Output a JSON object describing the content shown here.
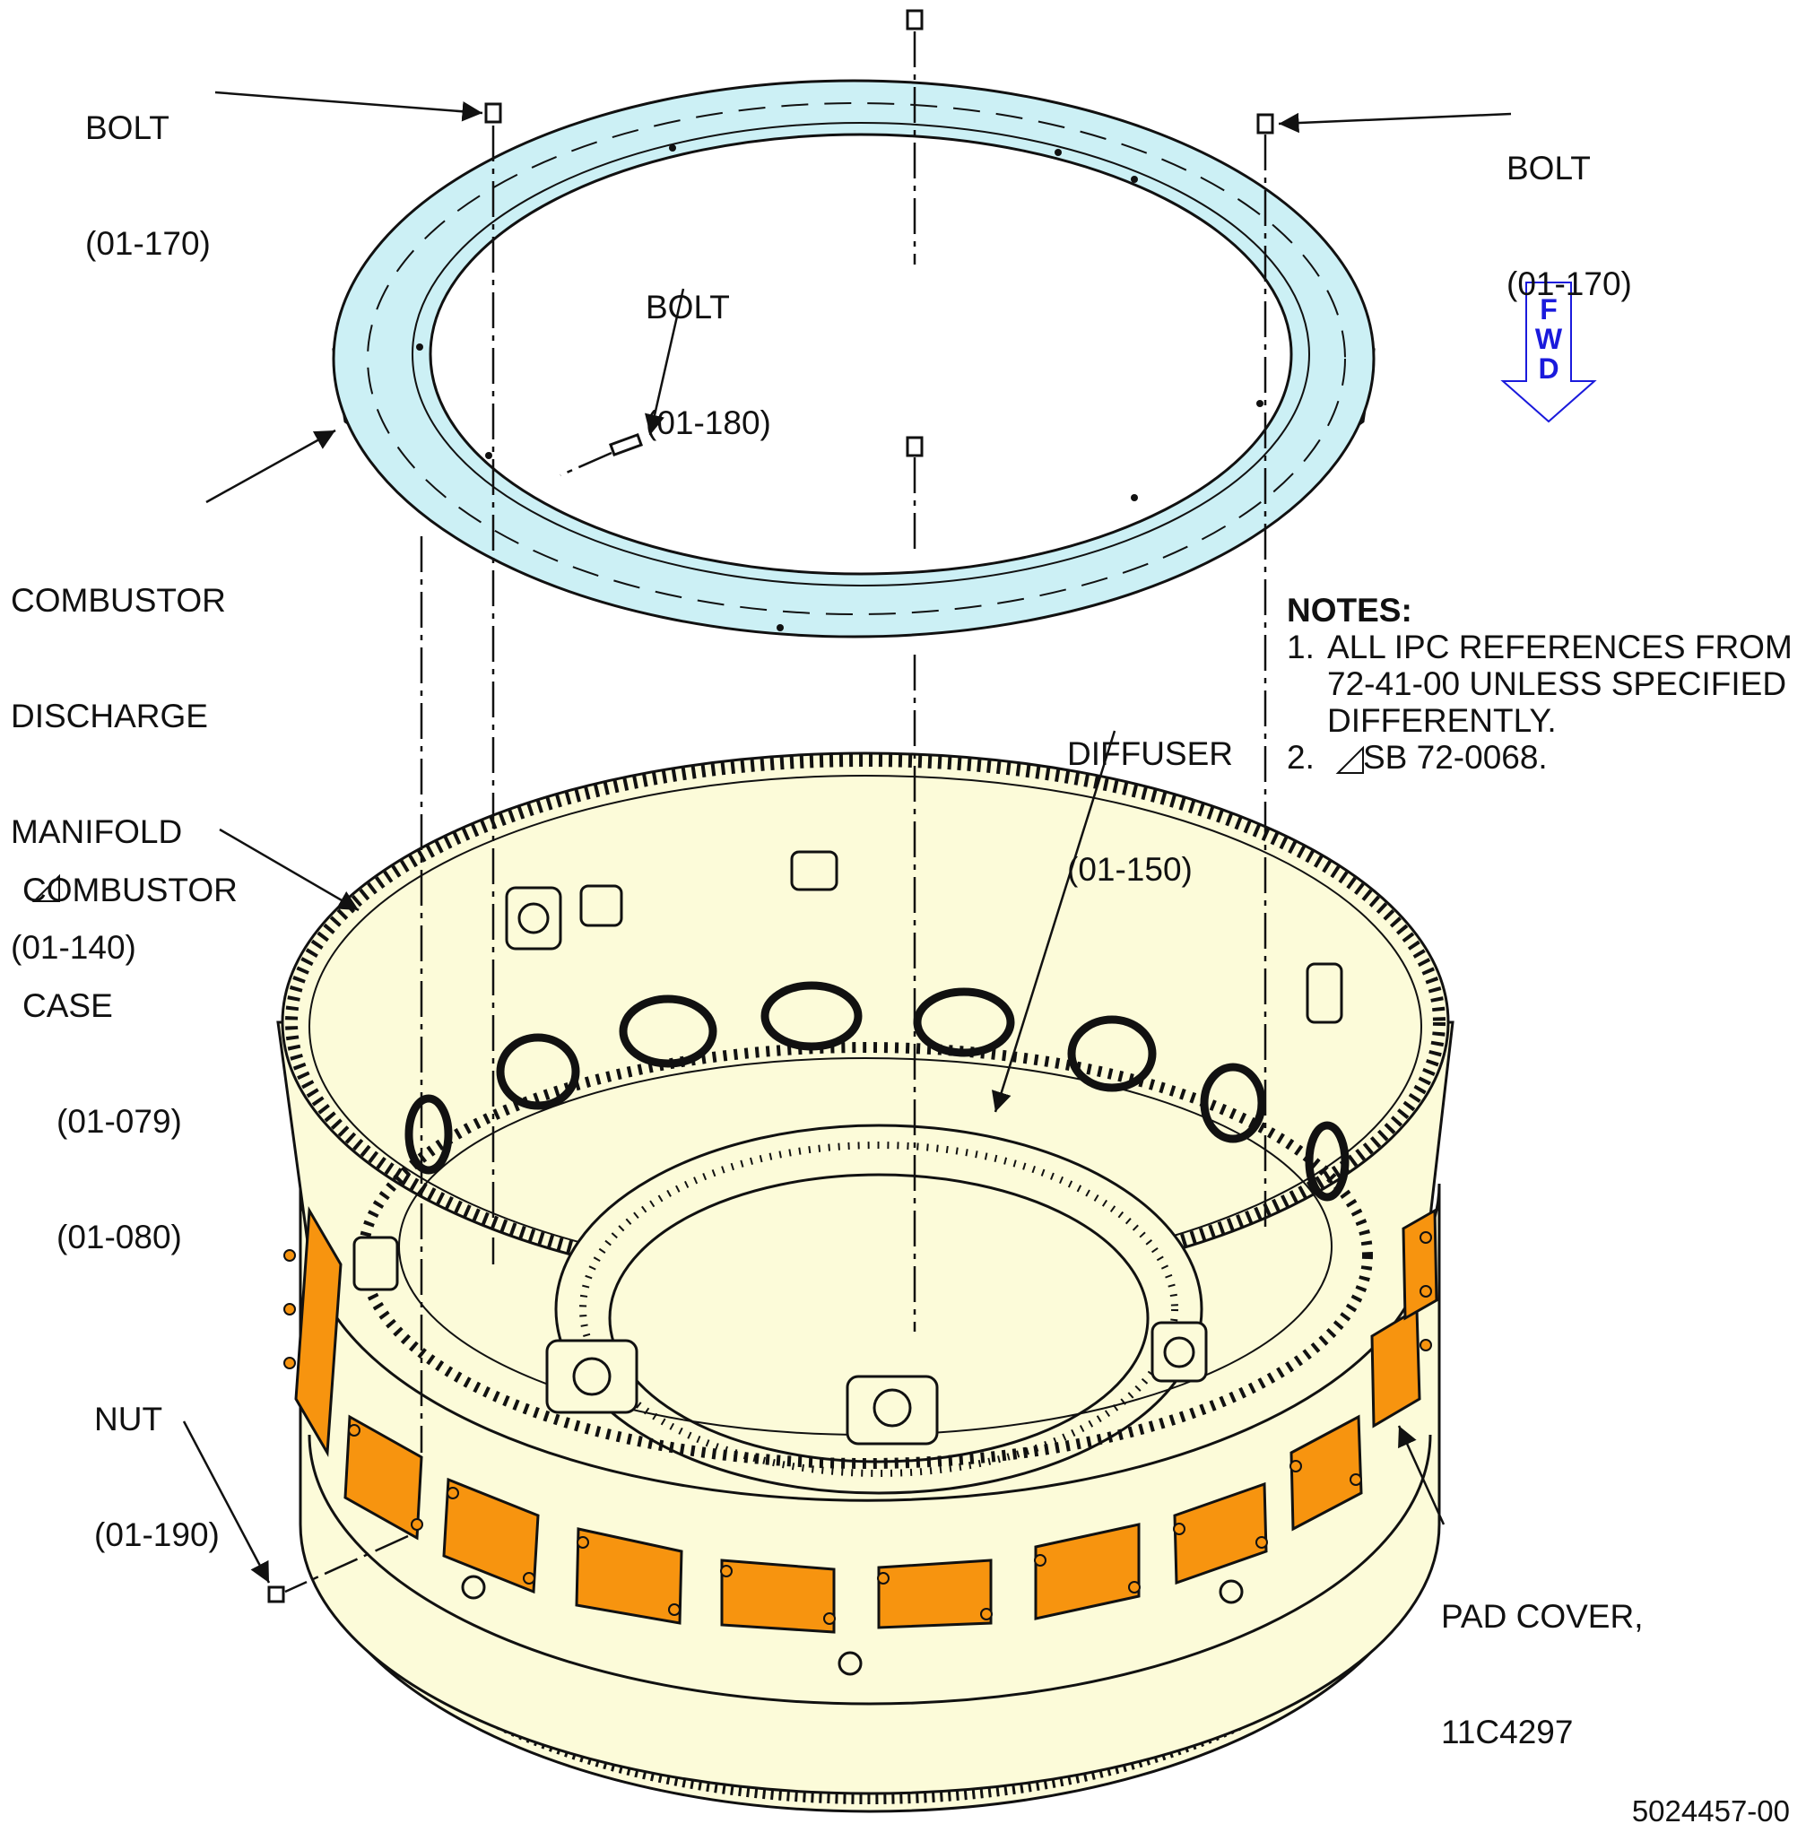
{
  "callouts": {
    "bolt_top_left": {
      "name": "BOLT",
      "ref": "(01-170)"
    },
    "bolt_top_right": {
      "name": "BOLT",
      "ref": "(01-170)"
    },
    "bolt_mid": {
      "name": "BOLT",
      "ref": "(01-180)"
    },
    "manifold": {
      "line1": "COMBUSTOR",
      "line2": "DISCHARGE",
      "line3": "MANIFOLD",
      "ref": "(01-140)"
    },
    "case": {
      "line1": "COMBUSTOR",
      "line2": "CASE",
      "ref1": "(01-079)",
      "ref2": "(01-080)"
    },
    "diffuser": {
      "name": "DIFFUSER",
      "ref": "(01-150)"
    },
    "nut": {
      "name": "NUT",
      "ref": "(01-190)"
    },
    "pad_cover": {
      "line1": "PAD COVER,",
      "line2": "11C4297"
    }
  },
  "notes": {
    "header": "NOTES:",
    "items": [
      {
        "num": "1.",
        "text": "ALL IPC REFERENCES FROM 72-41-00 UNLESS SPECIFIED DIFFERENTLY."
      },
      {
        "num": "2.",
        "text": "SB 72-0068."
      }
    ]
  },
  "fwd_arrow": {
    "letters": [
      "F",
      "W",
      "D"
    ]
  },
  "figure_id": "5024457-00",
  "colors": {
    "manifold_fill": "#ccf0f5",
    "case_fill": "#fcfbd9",
    "pad_cover_fill": "#f7940f",
    "fwd_arrow": "#1a1adc",
    "line": "#111111"
  },
  "icons": {
    "effectivity": "effectivity-triangle-icon",
    "fwd": "fwd-arrow-icon"
  }
}
